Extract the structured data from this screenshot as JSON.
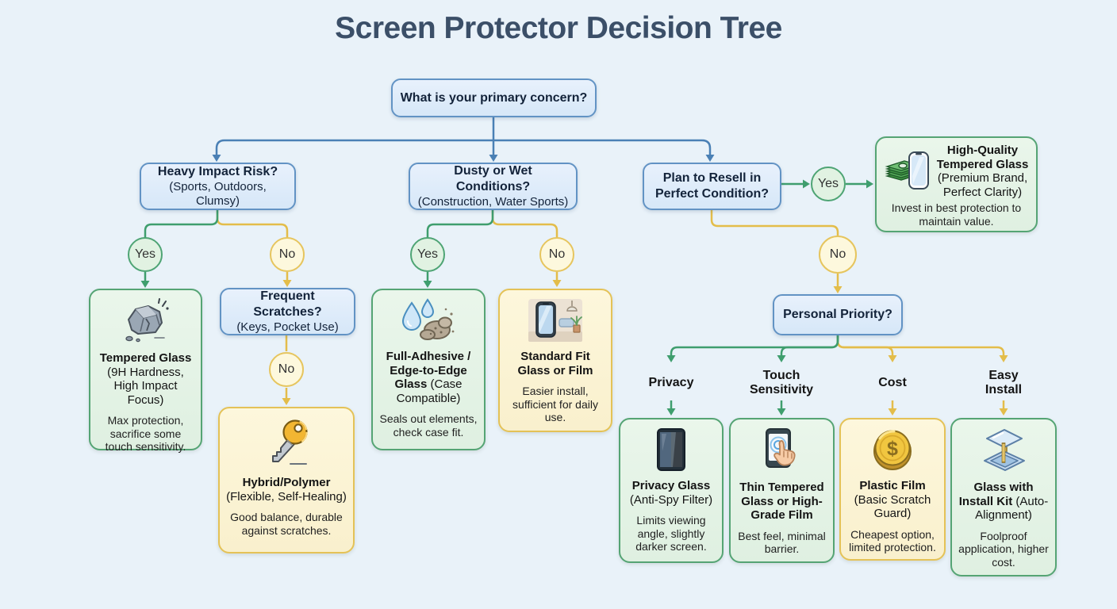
{
  "title": "Screen Protector Decision Tree",
  "root": {
    "label": "What is your primary concern?"
  },
  "questions": {
    "impact": {
      "title": "Heavy Impact Risk?",
      "subtitle": "(Sports, Outdoors, Clumsy)"
    },
    "dusty": {
      "title": "Dusty or Wet Conditions?",
      "subtitle": "(Construction, Water Sports)"
    },
    "resell": {
      "title": "Plan to Resell in Perfect Condition?"
    },
    "scratches": {
      "title": "Frequent Scratches?",
      "subtitle": "(Keys, Pocket Use)"
    },
    "priority": {
      "title": "Personal Priority?"
    }
  },
  "answers": {
    "yes": "Yes",
    "no": "No"
  },
  "priorities": {
    "privacy": "Privacy",
    "touch": "Touch Sensitivity",
    "cost": "Cost",
    "easy": "Easy Install"
  },
  "outcomes": {
    "tempered": {
      "icon": "rock-icon",
      "title": "Tempered Glass",
      "subtitle": "(9H Hardness, High Impact Focus)",
      "description": "Max protection, sacrifice some touch sensitivity."
    },
    "hybrid": {
      "icon": "key-icon",
      "title": "Hybrid/Polymer",
      "subtitle": "(Flexible, Self-Healing)",
      "description": "Good balance, durable against scratches."
    },
    "fulladhesive": {
      "icon": "water-dust-icon",
      "title": "Full-Adhesive / Edge-to-Edge Glass",
      "subtitle": "(Case Compatible)",
      "description": "Seals out elements, check case fit."
    },
    "standardfit": {
      "icon": "phone-room-icon",
      "title": "Standard Fit Glass or Film",
      "subtitle": "",
      "description": "Easier install, sufficient for daily use."
    },
    "hq": {
      "icon": "money-phone-icon",
      "title": "High-Quality Tempered Glass",
      "subtitle": "(Premium Brand, Perfect Clarity)",
      "description": "Invest in best protection to maintain value."
    },
    "privacy": {
      "icon": "privacy-phone-icon",
      "title": "Privacy Glass",
      "subtitle": "(Anti-Spy Filter)",
      "description": "Limits viewing angle, slightly darker screen."
    },
    "thin": {
      "icon": "touch-phone-icon",
      "title": "Thin Tempered Glass or High-Grade Film",
      "subtitle": "",
      "description": "Best feel, minimal barrier."
    },
    "plastic": {
      "icon": "coin-icon",
      "title": "Plastic Film",
      "subtitle": "(Basic Scratch Guard)",
      "description": "Cheapest option, limited protection."
    },
    "installkit": {
      "icon": "install-kit-icon",
      "title": "Glass with Install Kit",
      "subtitle": "(Auto-Alignment)",
      "description": "Foolproof application, higher cost."
    }
  },
  "colors": {
    "background": "#e9f2f9",
    "title_text": "#3b4f68",
    "question_fill": "#dcebf9",
    "question_border": "#6293c4",
    "green_fill": "#e6f4e8",
    "green_border": "#55a474",
    "yellow_fill": "#fbf4d6",
    "yellow_border": "#e4c257",
    "edge_blue": "#4a80b5",
    "edge_green": "#3f9e6e",
    "edge_yellow": "#e3bd4a"
  }
}
